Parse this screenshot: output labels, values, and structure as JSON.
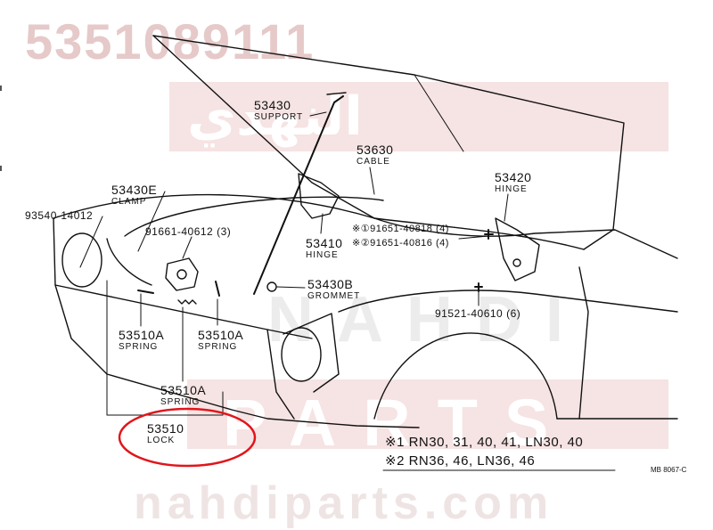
{
  "watermark": {
    "part_number": "5351089111",
    "arabic": "النهدي",
    "brand_line1": "NAHDI",
    "brand_line2": "PARTS",
    "site": "nahdiparts.com"
  },
  "callouts": {
    "support": {
      "number": "53430",
      "name": "SUPPORT"
    },
    "cable": {
      "number": "53630",
      "name": "CABLE"
    },
    "hinge_right": {
      "number": "53420",
      "name": "HINGE"
    },
    "clamp": {
      "number": "53430E",
      "name": "CLAMP"
    },
    "screw_left": {
      "number": "93540-14012"
    },
    "bolt_lock": {
      "number": "91661-40612 (3)"
    },
    "bolt_1": {
      "number": "※①91651-40818 (4)"
    },
    "bolt_2": {
      "number": "※②91651-40816 (4)"
    },
    "hinge_left": {
      "number": "53410",
      "name": "HINGE"
    },
    "grommet": {
      "number": "53430B",
      "name": "GROMMET"
    },
    "bolt_hinge": {
      "number": "91521-40610 (6)"
    },
    "spring_a_left": {
      "number": "53510A",
      "name": "SPRING"
    },
    "spring_a_right": {
      "number": "53510A",
      "name": "SPRING"
    },
    "spring_a_center": {
      "number": "53510A",
      "name": "SPRING"
    },
    "lock": {
      "number": "53510",
      "name": "LOCK"
    }
  },
  "applicability": [
    {
      "mark": "※1",
      "models": "RN30, 31, 40, 41, LN30, 40"
    },
    {
      "mark": "※2",
      "models": "RN36, 46, LN36, 46"
    }
  ],
  "figure_code": "MB 8067-C",
  "colors": {
    "highlight": "#e0161b",
    "ink": "#111111",
    "watermark": "#e6c9c9"
  }
}
